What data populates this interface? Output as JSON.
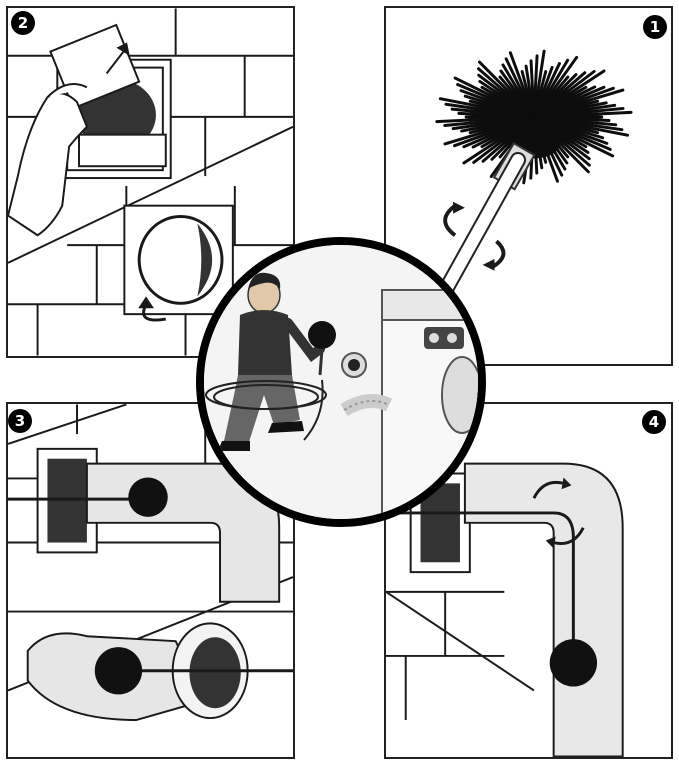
{
  "steps": [
    {
      "number": "2"
    },
    {
      "number": "1"
    },
    {
      "number": "3"
    },
    {
      "number": "4"
    }
  ],
  "colors": {
    "ink": "#1a1a1a",
    "bristle": "#0d0d0d",
    "background": "#ffffff",
    "circle_fill": "#f4f4f4"
  },
  "icons": [
    "brush-head-icon",
    "rotation-arrow-icon",
    "vent-cover-icon",
    "dryer-machine-icon",
    "technician-figure-icon",
    "duct-pipe-icon"
  ]
}
